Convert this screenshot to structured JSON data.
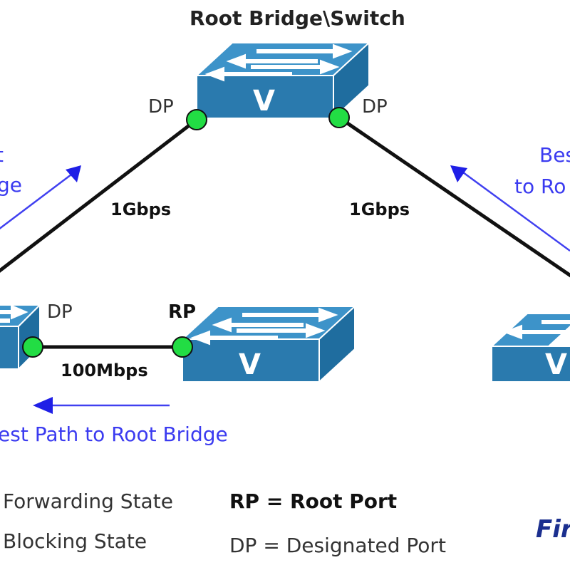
{
  "title": "Root Bridge\\Switch",
  "ports": {
    "root_left": "DP",
    "root_right": "DP",
    "left_switch": "DP",
    "right_switch": "RP"
  },
  "links": {
    "left": "1Gbps",
    "right": "1Gbps",
    "bottom": "100Mbps"
  },
  "switch_glyph": "V",
  "paths": {
    "left_line1": "t",
    "left_line2": "ge",
    "right_line1": "Bes",
    "right_line2": "to Ro",
    "bottom": "est Path to Root Bridge"
  },
  "legend": {
    "forwarding": "Forwarding State",
    "blocking": "Blocking State",
    "rp": "RP = Root Port",
    "dp": "DP = Designated Port"
  },
  "logo_text": "Fir",
  "colors": {
    "switch_top": "#3d93c9",
    "switch_side": "#2a7aae",
    "port_green": "#22dd44",
    "path_blue": "#3b3bf0"
  }
}
